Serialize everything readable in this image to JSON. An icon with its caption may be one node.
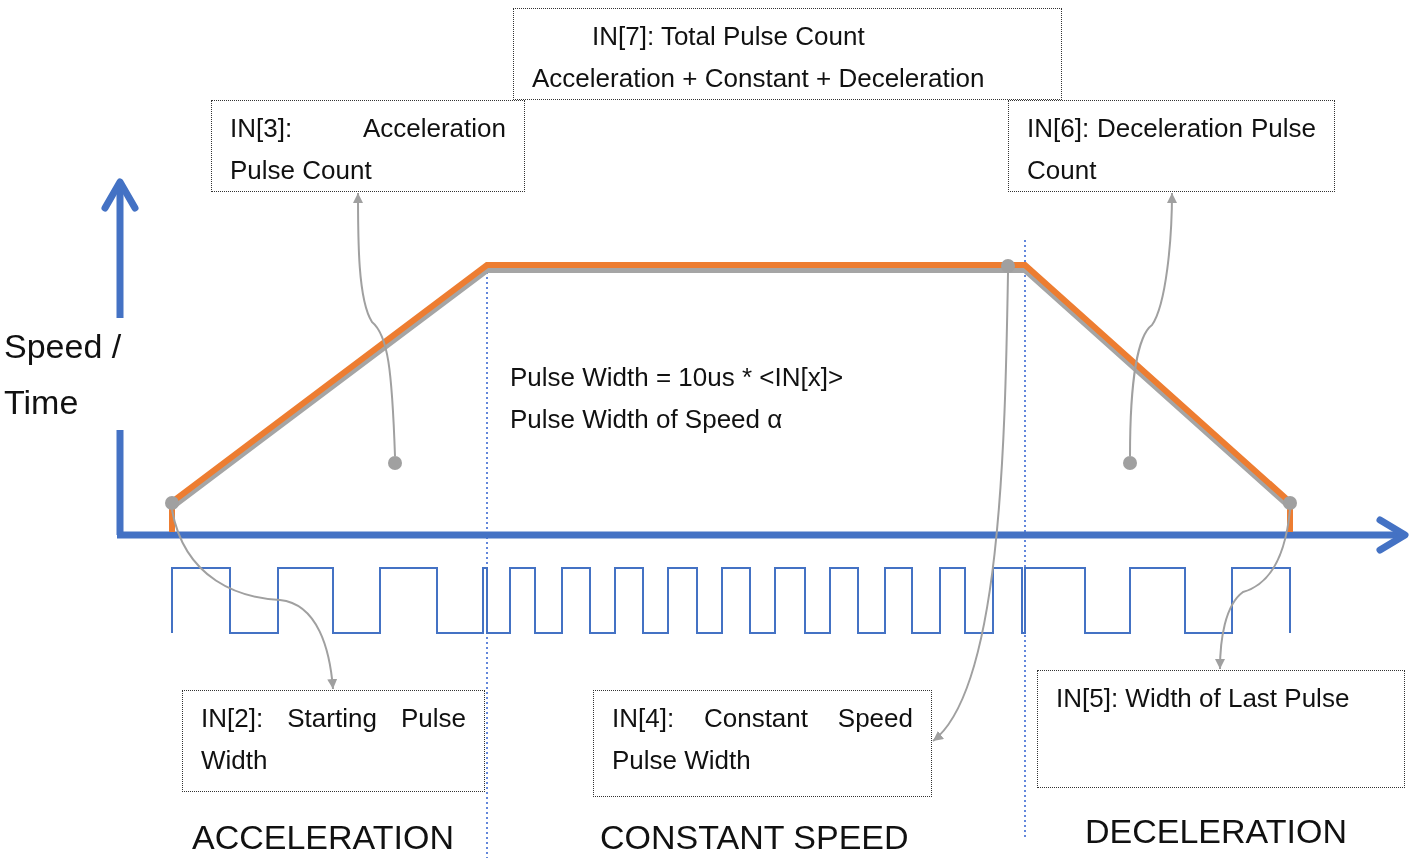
{
  "diagram": {
    "nodes": [
      {
        "text": [
          "IN[7]: Total Pulse Count",
          "Acceleration + Constant + Deceleration"
        ]
      },
      {
        "text": [
          "IN[3]: Acceleration Pulse Count"
        ]
      },
      {
        "text": [
          "IN[6]: Deceleration Pulse Count"
        ]
      },
      {
        "text": [],
        "shape": "circle"
      },
      {
        "text": [],
        "shape": "circle"
      },
      {
        "text": [],
        "shape": "circle"
      },
      {
        "text": [],
        "shape": "circle"
      },
      {
        "text": [],
        "shape": "circle"
      },
      {
        "text": [
          "IN[2]: Starting Pulse Width"
        ]
      },
      {
        "text": [
          "IN[4]: Constant Speed Pulse Width"
        ]
      },
      {
        "text": [
          "IN[5]: Width of Last Pulse"
        ]
      }
    ],
    "edges": [
      {
        "from": 5,
        "to": 1,
        "arrow": "to"
      },
      {
        "from": 6,
        "to": 2,
        "arrow": "to"
      },
      {
        "from": 4,
        "to": 8,
        "arrow": "to"
      },
      {
        "from": 3,
        "to": 9,
        "arrow": "to"
      },
      {
        "from": 7,
        "to": 10,
        "arrow": "to"
      }
    ],
    "labels": [
      "Speed / Time",
      "Pulse Width = 10us * <IN[x]>",
      "Pulse Width of Speed α",
      "ACCELERATION",
      "CONSTANT SPEED",
      "DECELERATION"
    ]
  }
}
